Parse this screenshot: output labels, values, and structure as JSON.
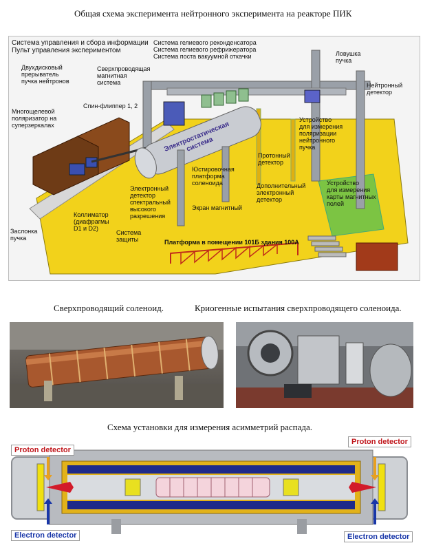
{
  "captions": {
    "main_title": "Общая схема эксперимента нейтронного эксперимента на реакторе ПИК",
    "photo_left": "Сверхпроводящий соленоид.",
    "photo_right": "Криогенные испытания сверхпроводящего соленоида.",
    "bottom_title": "Схема установки для измерения асимметрий распада."
  },
  "main_diagram": {
    "labels": {
      "control": "Система управления и сбора информации\nПульт управления экспериментом",
      "helium": "Система гелиевого реконденсатора\nСистема гелиевого рефрижератора\nСистема поста вакуумной откачки",
      "trap": "Ловушка\nпучка",
      "neutron_det": "Нейтронный\nдетектор",
      "chopper": "Двухдисковый\nпрерыватель\nпучка нейтронов",
      "sc_magnet": "Сверхпроводящая\nмагнитная\nсистема",
      "spin_flipper": "Спин-флиппер 1, 2",
      "polarizer": "Многощелевой\nполяризатор на\nсуперзеркалах",
      "electrostatic": "Электростатическая\nсистема",
      "pol_device": "Устройство\nдля измерения\nполяризации\nнейтронного\nпучка",
      "proton_det": "Протонный\nдетектор",
      "align": "Юстировочная\nплатформа\nсоленоида",
      "field_device": "Устройство\nдля измерения\nкарты магнитных\nполей",
      "electron_det": "Электронный\nдетектор\nспектральный\nвысокого\nразрешения",
      "extra_electron": "Дополнительный\nэлектронный\nдетектор",
      "shutter": "Заслонка\nпучка",
      "collimator": "Коллиматор\n(диафрагмы\nD1 и D2)",
      "mag_screen": "Экран магнитный",
      "protection": "Система\nзащиты",
      "platform": "Платформа в помещении 101Б здания 100А"
    }
  },
  "asym_diagram": {
    "proton_left": "Proton detector",
    "proton_right": "Proton detector",
    "electron_left": "Electron detector",
    "electron_right": "Electron detector"
  },
  "colors": {
    "floor": "#f2d21b",
    "field_pad": "#7cc443",
    "frame": "#9aa0a8",
    "detector_label": "#c0171c",
    "electron_label": "#1836a8"
  }
}
